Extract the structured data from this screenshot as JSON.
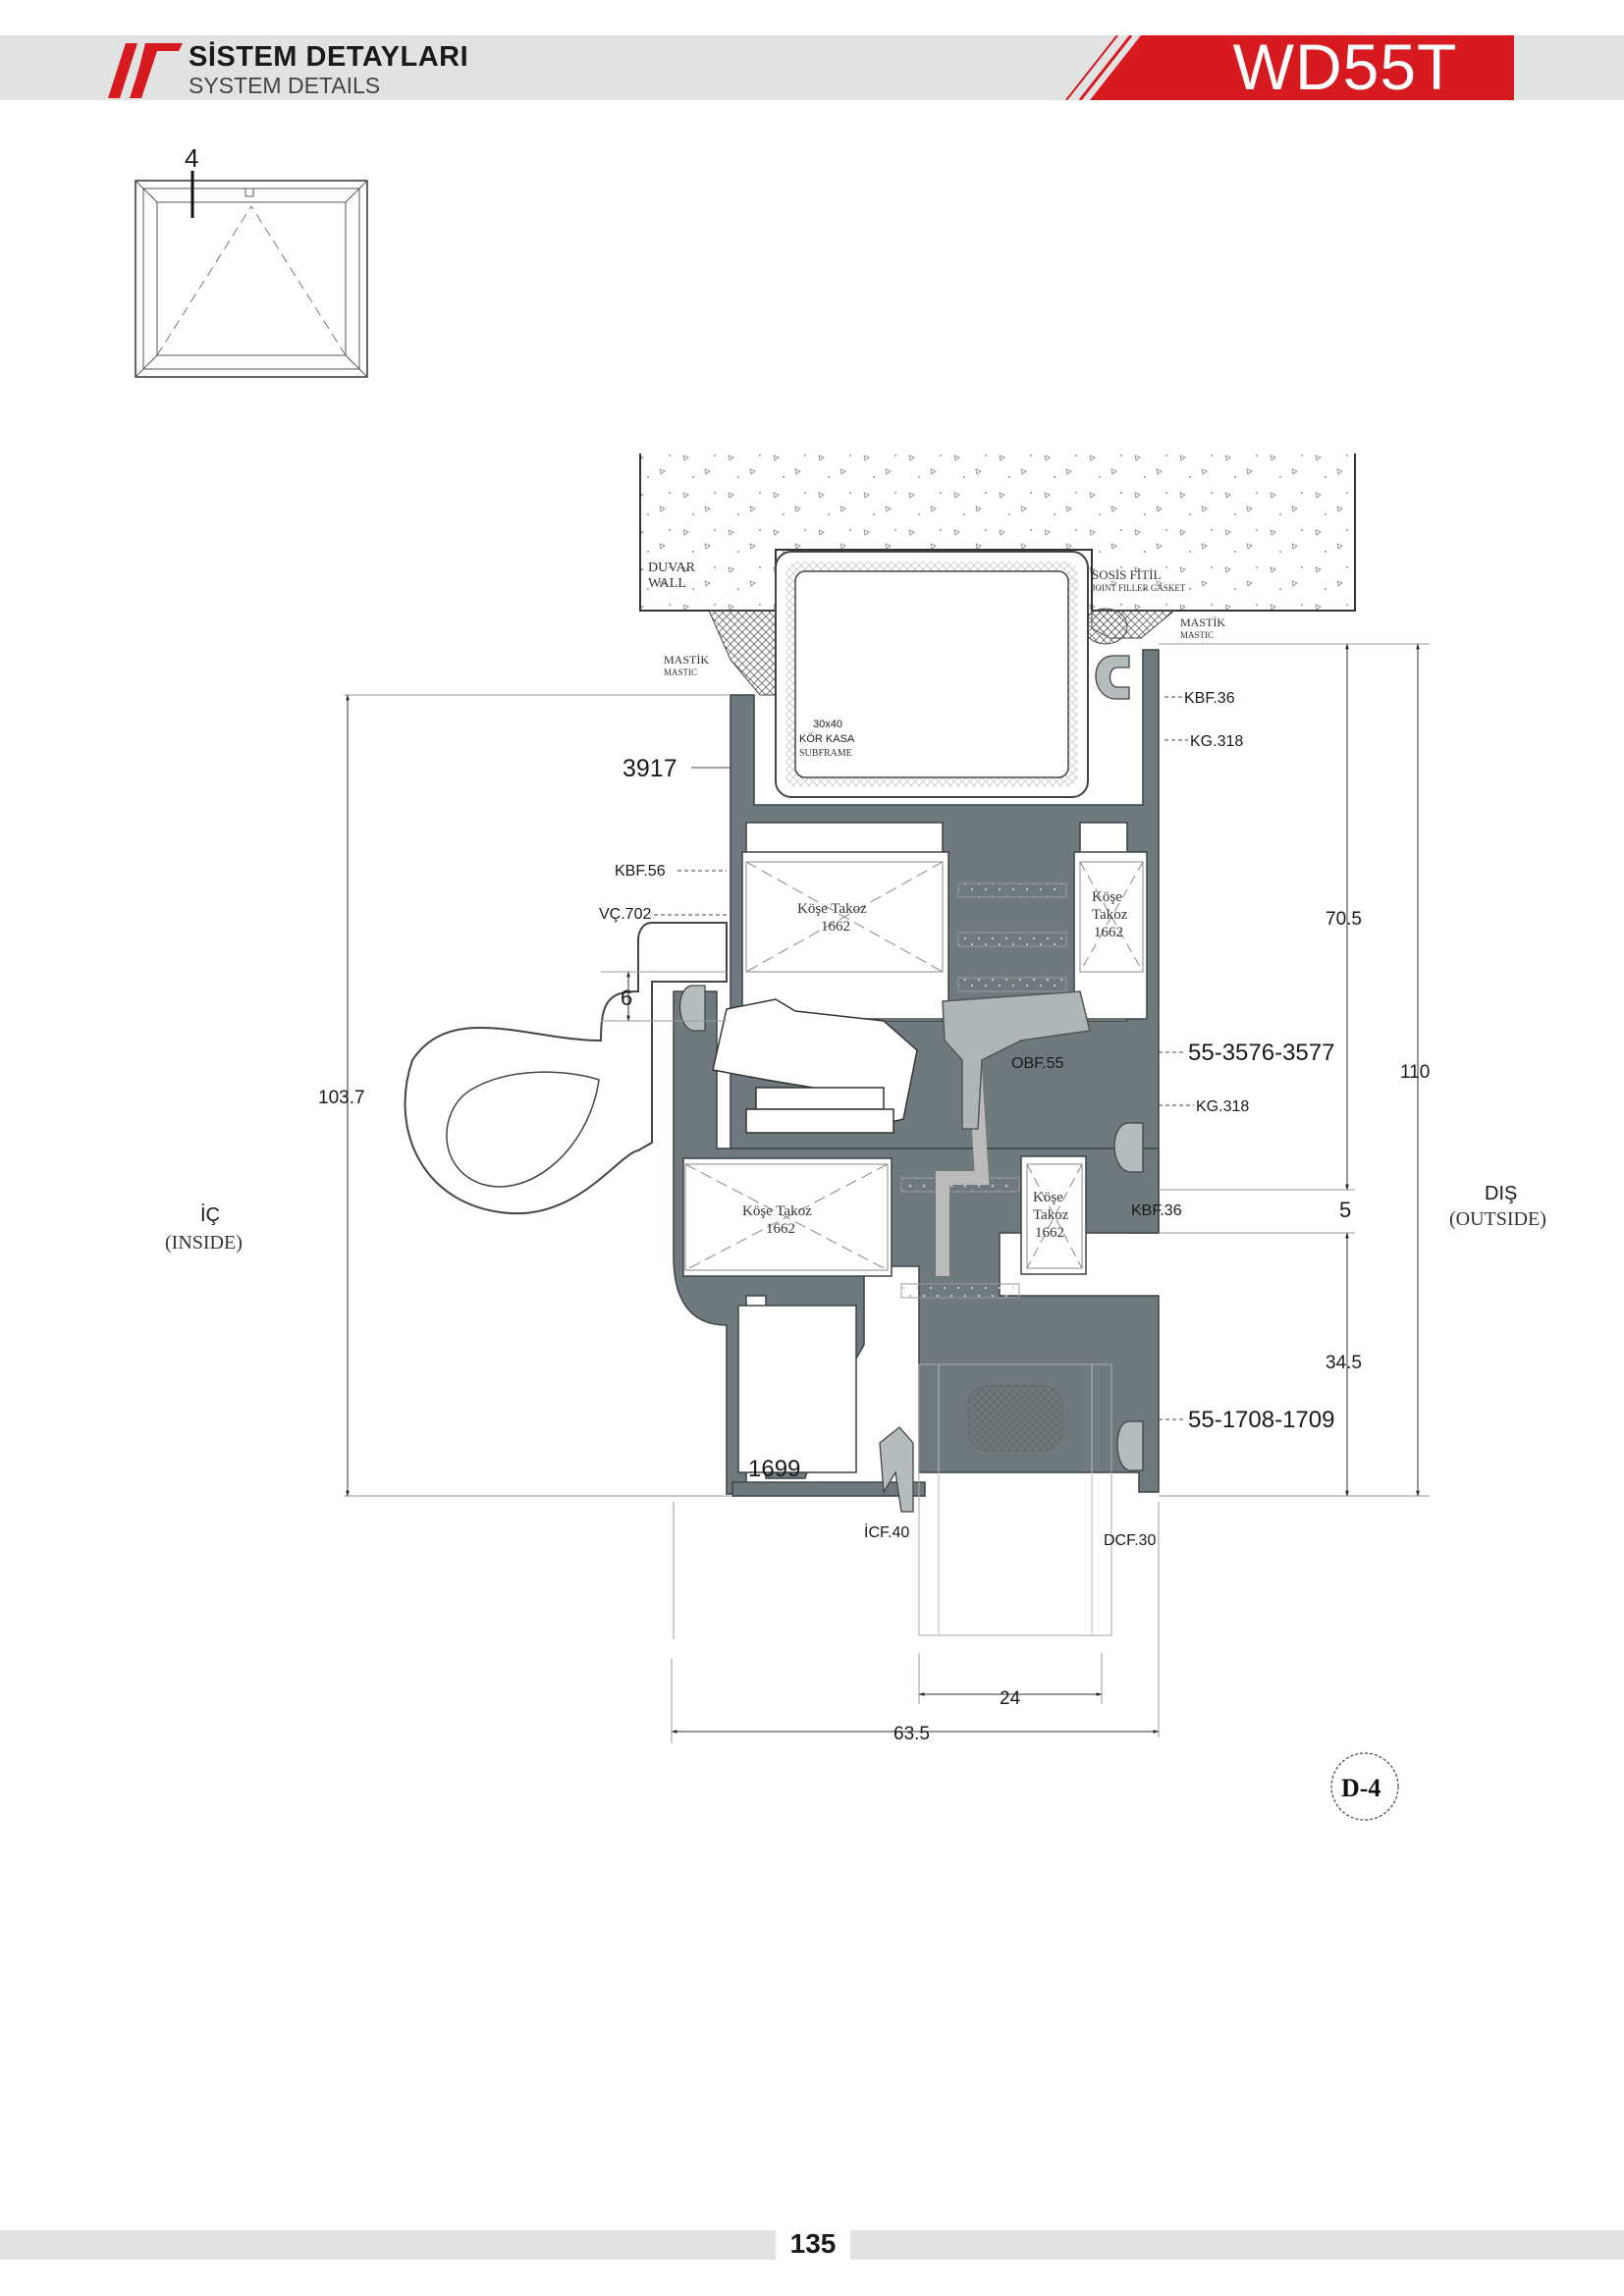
{
  "header": {
    "title_tr": "SİSTEM DETAYLARI",
    "title_en": "SYSTEM DETAILS",
    "model": "WD55T",
    "brand_color": "#d71920"
  },
  "key_plan": {
    "section_no": "4"
  },
  "labels": {
    "duvar": "DUVAR",
    "wall": "WALL",
    "mastik": "MASTİK",
    "mastic": "MASTIC",
    "mastik2": "MASTİK",
    "mastic2": "MASTIC",
    "sosis": "SOSİS FİTİL",
    "joint": "JOINT FILLER GASKET",
    "subframe_size": "30x40",
    "subframe_tr": "KÖR KASA",
    "subframe_en": "SUBFRAME",
    "kbf36_top": "KBF.36",
    "kg318_top": "KG.318",
    "p3917": "3917",
    "kbf56": "KBF.56",
    "vc702": "VÇ.702",
    "takoz1_a": "Köşe Takoz",
    "takoz1_b": "1662",
    "takoz2_a": "Köşe",
    "takoz2_b": "Takoz",
    "takoz2_c": "1662",
    "takoz3_a": "Köşe Takoz",
    "takoz3_b": "1662",
    "takoz4_a": "Köşe",
    "takoz4_b": "Takoz",
    "takoz4_c": "1662",
    "p3576": "55-3576-3577",
    "obf55": "OBF.55",
    "kg318_mid": "KG.318",
    "kbf36_mid": "KBF.36",
    "p1708": "55-1708-1709",
    "p1699": "1699",
    "icf40": "İCF.40",
    "dcf30": "DCF.30",
    "ic": "İÇ",
    "inside": "(INSIDE)",
    "dis": "DIŞ",
    "outside": "(OUTSIDE)"
  },
  "dimensions": {
    "d6": "6",
    "d103": "103.7",
    "d70": "70.5",
    "d110": "110",
    "d5": "5",
    "d34": "34.5",
    "d24": "24",
    "d63": "63.5"
  },
  "detail_tag": "D-4",
  "footer": {
    "page": "135"
  }
}
